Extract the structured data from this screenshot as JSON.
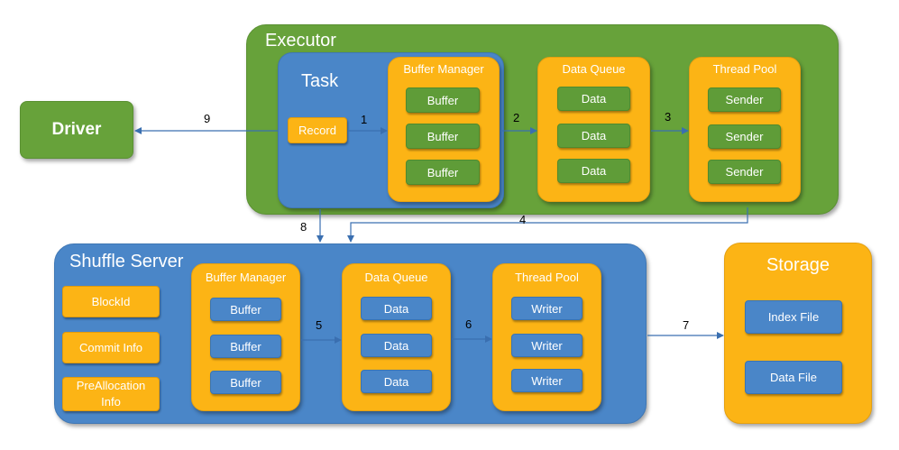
{
  "driver": {
    "label": "Driver"
  },
  "executor": {
    "title": "Executor",
    "task": {
      "title": "Task",
      "record": "Record"
    },
    "buffer_manager": {
      "title": "Buffer Manager",
      "items": [
        "Buffer",
        "Buffer",
        "Buffer"
      ]
    },
    "data_queue": {
      "title": "Data Queue",
      "items": [
        "Data",
        "Data",
        "Data"
      ]
    },
    "thread_pool": {
      "title": "Thread Pool",
      "items": [
        "Sender",
        "Sender",
        "Sender"
      ]
    }
  },
  "shuffle_server": {
    "title": "Shuffle Server",
    "info": [
      "BlockId",
      "Commit Info",
      "PreAllocation Info"
    ],
    "buffer_manager": {
      "title": "Buffer Manager",
      "items": [
        "Buffer",
        "Buffer",
        "Buffer"
      ]
    },
    "data_queue": {
      "title": "Data Queue",
      "items": [
        "Data",
        "Data",
        "Data"
      ]
    },
    "thread_pool": {
      "title": "Thread Pool",
      "items": [
        "Writer",
        "Writer",
        "Writer"
      ]
    }
  },
  "storage": {
    "title": "Storage",
    "items": [
      "Index File",
      "Data File"
    ]
  },
  "steps": [
    "1",
    "2",
    "3",
    "4",
    "5",
    "6",
    "7",
    "8",
    "9"
  ],
  "colors": {
    "green": "#67a23a",
    "blue": "#4a86c8",
    "orange": "#fcb415",
    "arrow": "#3a6fb0"
  }
}
